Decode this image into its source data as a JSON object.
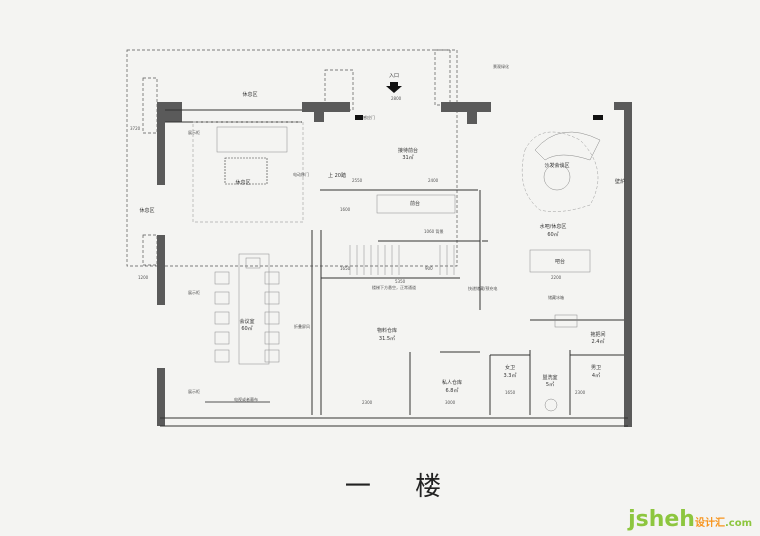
{
  "plan": {
    "title": "一 楼",
    "entrance": "入口",
    "rooms": {
      "rest_top": "休息区",
      "rest_left": "休息区",
      "reception": "接待前台",
      "reception_area": "31㎡",
      "front_desk": "前台",
      "meeting": "会议室",
      "meeting_area": "60㎡",
      "storage": "物料仓库",
      "storage_area": "31.5㎡",
      "private_storage": "私人仓库",
      "private_storage_area": "6.8㎡",
      "bar": "水吧/休息区",
      "bar_area": "60㎡",
      "sofa_area": "沙发会谈区",
      "bar_counter": "吧台",
      "fireplace": "壁炉",
      "fridge": "储藏冰箱",
      "mop_room": "拖把间",
      "mop_area": "2.4㎡",
      "women_wc": "女卫",
      "women_area": "3.3㎡",
      "washroom": "盥洗室",
      "washroom_area": "5㎡",
      "men_wc": "男卫",
      "men_area": "4㎡",
      "lounge_center": "休息区"
    },
    "notes": {
      "sensor_door": "感应门",
      "electric_door": "电动移门",
      "stairs_up": "上 20踏",
      "background": "1060 背景",
      "under_stairs": "楼梯下方悬空，正常通道",
      "delivery": "快递储藏/预充电",
      "tv": "电视或者幕布",
      "display_1": "展示柜",
      "display_2": "展示柜",
      "display_3": "展示柜",
      "landscape": "景观绿化",
      "folding": "折叠屏风"
    },
    "dims": [
      "2800",
      "2550",
      "2400",
      "1600",
      "1650",
      "900",
      "2200",
      "2300",
      "1200",
      "3000",
      "1650",
      "2300",
      "5350",
      "3720"
    ]
  },
  "logo": {
    "brand": "jsheh",
    "suffix": "设计汇",
    "domain": ".com"
  }
}
